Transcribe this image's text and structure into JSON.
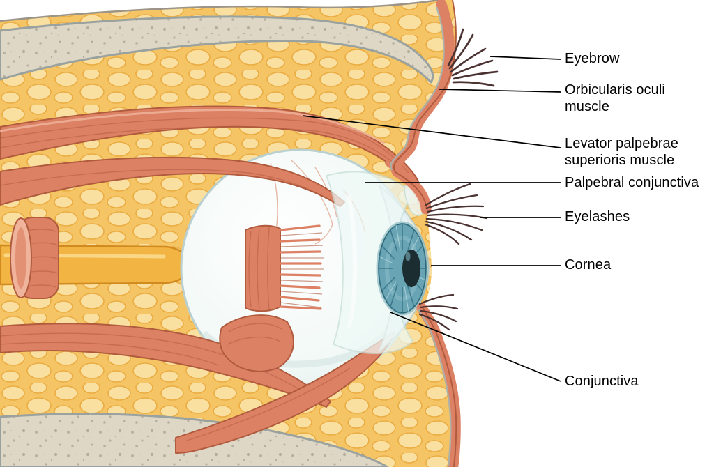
{
  "figure": {
    "labels": [
      {
        "id": "eyebrow",
        "text": "Eyebrow"
      },
      {
        "id": "orbicularis-oculi-muscle",
        "text": "Orbicularis oculi muscle"
      },
      {
        "id": "levator-palpebrae-superioris-muscle",
        "text": "Levator palpebrae superioris muscle"
      },
      {
        "id": "palpebral-conjunctiva",
        "text": "Palpebral conjunctiva"
      },
      {
        "id": "eyelashes",
        "text": "Eyelashes"
      },
      {
        "id": "cornea",
        "text": "Cornea"
      },
      {
        "id": "conjunctiva",
        "text": "Conjunctiva"
      }
    ],
    "palette": {
      "fat": "#f5c565",
      "fat_lobule": "#fbe3a6",
      "fat_edge": "#e9a93e",
      "bone": "#ded7c6",
      "bone_edge": "#9aa29f",
      "muscle": "#dd8165",
      "muscle_dark": "#b05a3e",
      "muscle_light": "#efb49b",
      "sclera_edge": "#b9cfd0",
      "iris": "#68a4b4",
      "iris_dark": "#2f6b7d",
      "pupil": "#1c2d31",
      "conjunctiva_film": "#eef9f6",
      "hair": "#4a3231",
      "leader": "#000000",
      "label_text": "#000000"
    }
  }
}
